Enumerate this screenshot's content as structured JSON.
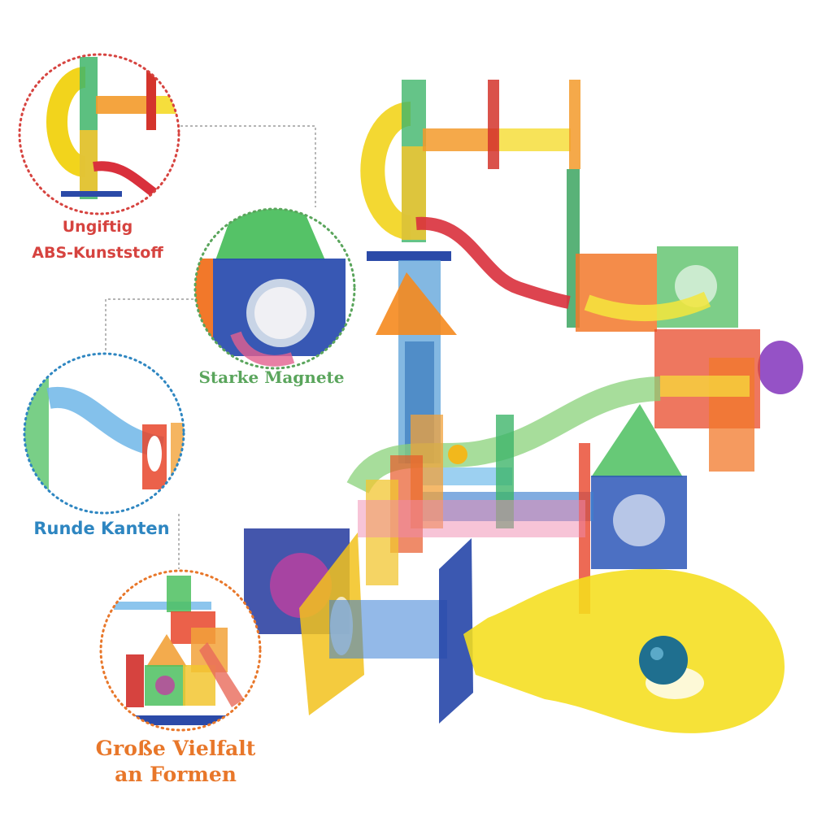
{
  "labels": {
    "toxic_free": {
      "line1": "Ungiftig",
      "line2": "ABS-Kunststoff"
    },
    "magnets": "Starke Magnete",
    "edges": "Runde Kanten",
    "variety": {
      "line1": "Große Vielfalt",
      "line2": "an Formen"
    }
  },
  "colors": {
    "red_label": "#d6433f",
    "green_label": "#5aa55c",
    "blue_label": "#2e86c1",
    "orange_label": "#e8772a"
  }
}
